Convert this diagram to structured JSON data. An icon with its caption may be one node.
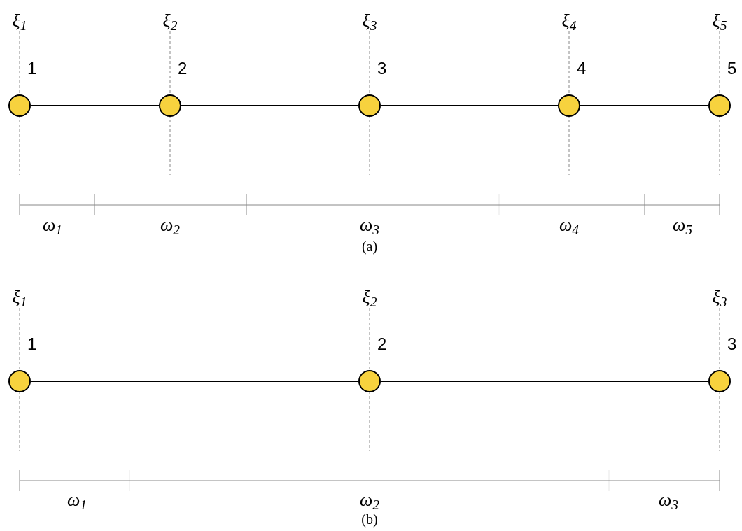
{
  "diagram": {
    "nodes": [
      {
        "text": [],
        "shape": "circle",
        "beside": [
          "1"
        ]
      },
      {
        "text": [],
        "shape": "circle",
        "beside": [
          "2"
        ]
      },
      {
        "text": [],
        "shape": "circle",
        "beside": [
          "3"
        ]
      },
      {
        "text": [],
        "shape": "circle",
        "beside": [
          "4"
        ]
      },
      {
        "text": [],
        "shape": "circle",
        "beside": [
          "5"
        ]
      },
      {
        "text": [],
        "shape": "circle",
        "beside": [
          "1"
        ]
      },
      {
        "text": [],
        "shape": "circle",
        "beside": [
          "2"
        ]
      },
      {
        "text": [],
        "shape": "circle",
        "beside": [
          "3"
        ]
      }
    ],
    "edges": [
      {
        "from": 0,
        "to": 1,
        "arrow": "none"
      },
      {
        "from": 1,
        "to": 2,
        "arrow": "none"
      },
      {
        "from": 2,
        "to": 3,
        "arrow": "none"
      },
      {
        "from": 3,
        "to": 4,
        "arrow": "none"
      },
      {
        "from": 5,
        "to": 6,
        "arrow": "none"
      },
      {
        "from": 6,
        "to": 7,
        "arrow": "none"
      }
    ],
    "labels": [
      "ξ$_{1}$",
      "ξ$_{2}$",
      "ξ$_{3}$",
      "ξ$_{4}$",
      "ξ$_{5}$",
      "ω$_{1}$",
      "ω$_{2}$",
      "ω$_{3}$",
      "ω$_{4}$",
      "ω$_{5}$",
      "(a)",
      "ξ$_{1}$",
      "ξ$_{2}$",
      "ξ$_{3}$",
      "ω$_{1}$",
      "ω$_{2}$",
      "ω$_{3}$",
      "(b)"
    ]
  }
}
